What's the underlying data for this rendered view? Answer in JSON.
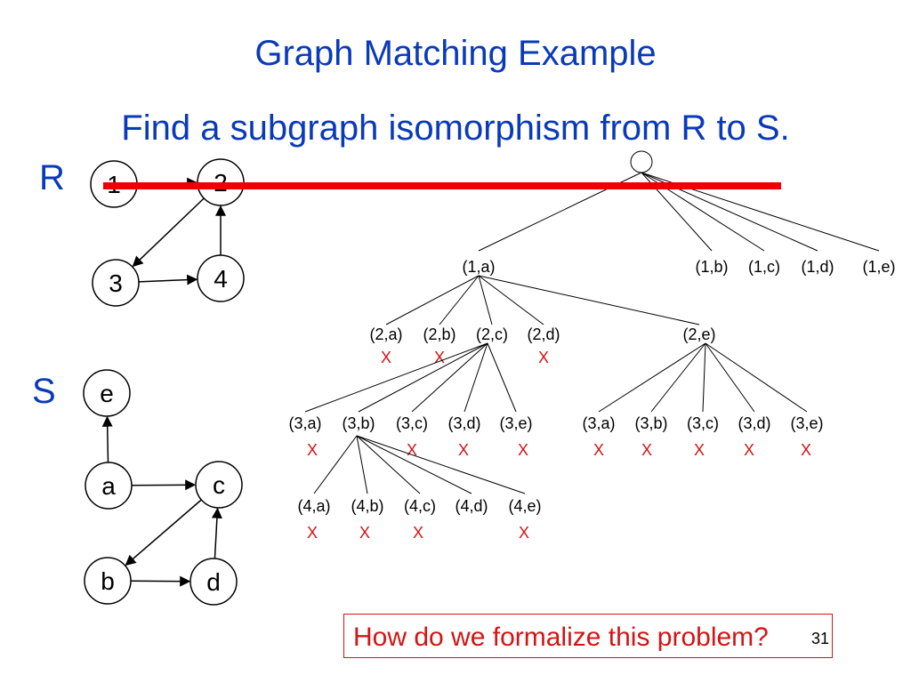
{
  "slide": {
    "title": "Graph Matching Example",
    "subtitle": "Find a subgraph isomorphism from R to S.",
    "question": "How do we formalize this problem?",
    "page_number": "31"
  },
  "graph_r": {
    "label": "R",
    "nodes": [
      "1",
      "2",
      "3",
      "4"
    ],
    "edges": [
      [
        "1",
        "2"
      ],
      [
        "2",
        "3"
      ],
      [
        "3",
        "4"
      ],
      [
        "4",
        "2"
      ]
    ]
  },
  "graph_s": {
    "label": "S",
    "nodes": [
      "e",
      "a",
      "c",
      "b",
      "d"
    ],
    "edges": [
      [
        "a",
        "e"
      ],
      [
        "a",
        "c"
      ],
      [
        "c",
        "b"
      ],
      [
        "b",
        "d"
      ],
      [
        "d",
        "c"
      ]
    ]
  },
  "search_tree": {
    "root_children": [
      "(1,a)",
      "(1,b)",
      "(1,c)",
      "(1,d)",
      "(1,e)"
    ],
    "level2": {
      "parent": "(1,a)",
      "nodes": [
        "(2,a)",
        "(2,b)",
        "(2,c)",
        "(2,d)",
        "(2,e)"
      ],
      "rejected": [
        "(2,a)",
        "(2,b)",
        "(2,d)"
      ]
    },
    "level3_under_2c": {
      "parent": "(2,c)",
      "nodes": [
        "(3,a)",
        "(3,b)",
        "(3,c)",
        "(3,d)",
        "(3,e)"
      ],
      "rejected": [
        "(3,a)",
        "(3,c)",
        "(3,d)",
        "(3,e)"
      ]
    },
    "level3_under_2e": {
      "parent": "(2,e)",
      "nodes": [
        "(3,a)",
        "(3,b)",
        "(3,c)",
        "(3,d)",
        "(3,e)"
      ],
      "rejected": [
        "(3,a)",
        "(3,b)",
        "(3,c)",
        "(3,d)",
        "(3,e)"
      ]
    },
    "level4_under_3b": {
      "parent": "(3,b)",
      "nodes": [
        "(4,a)",
        "(4,b)",
        "(4,c)",
        "(4,d)",
        "(4,e)"
      ],
      "rejected": [
        "(4,a)",
        "(4,b)",
        "(4,c)",
        "(4,e)"
      ]
    },
    "reject_mark": "X"
  },
  "colors": {
    "title": "#0a3aba",
    "reject": "#d41414",
    "highlight_bar": "#ee0000",
    "lines": "#000000"
  }
}
